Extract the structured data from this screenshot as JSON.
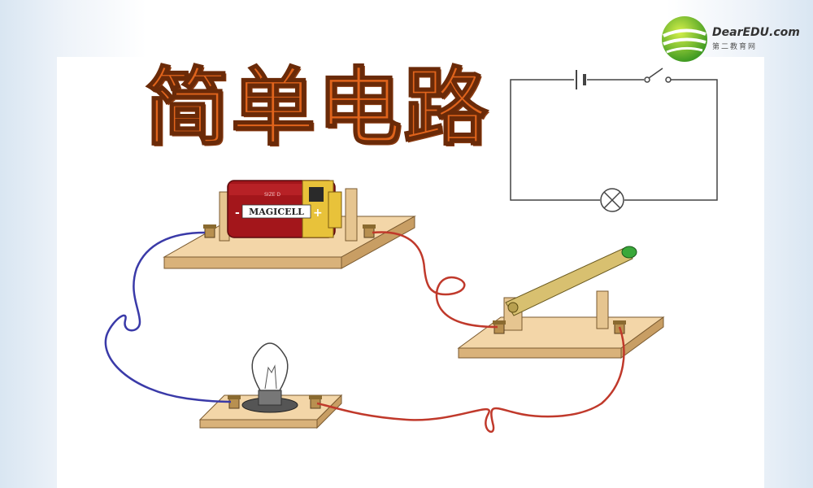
{
  "slide": {
    "title": "简单电路"
  },
  "logo": {
    "name": "DearEDU.com",
    "subtitle": "第二教育网",
    "icon": "globe-logo-icon"
  },
  "battery": {
    "label": "MAGICELL",
    "minus": "-",
    "plus": "+",
    "small_text": "SIZE D"
  },
  "colors": {
    "title": "#e0641c",
    "wire_blue": "#3a3aa8",
    "wire_red": "#c0392b",
    "wood": "#f3d6a8",
    "battery_red": "#a3161b",
    "battery_gold": "#e8c23a",
    "switch_handle": "#d8c070",
    "switch_tip": "#3aa83a"
  },
  "icons": {
    "schematic": "circuit-schematic-icon",
    "bulb": "light-bulb-icon",
    "switch": "knife-switch-icon",
    "battery": "battery-icon"
  }
}
